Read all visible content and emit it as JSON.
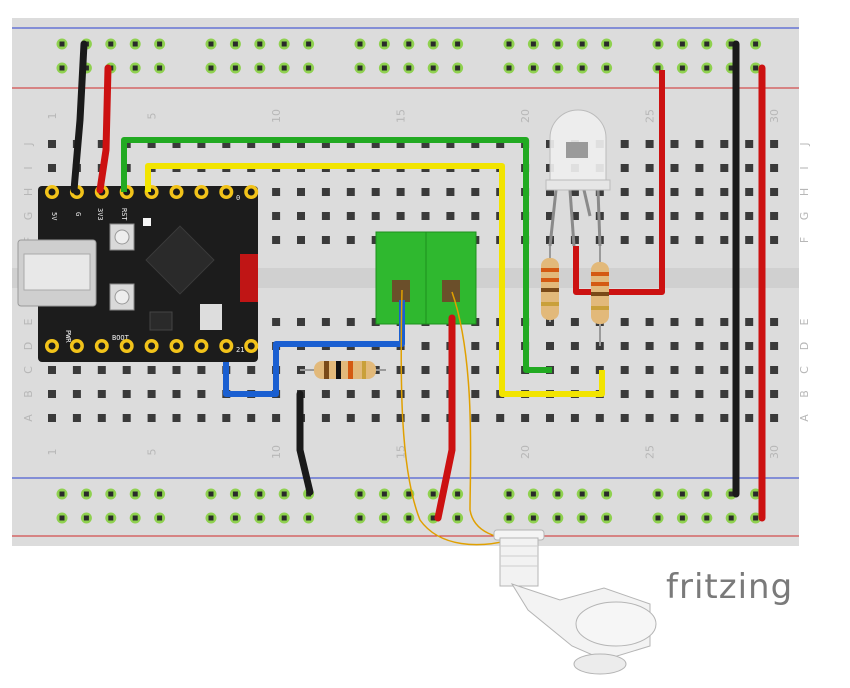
{
  "brand": "fritzing",
  "breadboard": {
    "column_labels": [
      "1",
      "5",
      "10",
      "15",
      "20",
      "25",
      "30"
    ],
    "row_labels_top": [
      "J",
      "I",
      "H",
      "G",
      "F"
    ],
    "row_labels_bottom": [
      "E",
      "D",
      "C",
      "B",
      "A"
    ]
  },
  "mcu": {
    "top_pins": [
      "5V",
      "G",
      "3V3",
      "RST",
      "",
      "",
      "",
      "",
      "0"
    ],
    "bottom_pin_label": "21",
    "boot_label": "BOOT",
    "led_label": "PWR"
  },
  "colors": {
    "board": "#dcdcdc",
    "wire_black": "#1a1a1a",
    "wire_red": "#cc1111",
    "wire_green": "#22aa22",
    "wire_yellow": "#f2e400",
    "wire_blue": "#1a5fd1",
    "terminal_green": "#2fb82f",
    "rail_blue": "#2a3fd1",
    "rail_red": "#d12a2a",
    "hole_green": "#8fd14f"
  }
}
